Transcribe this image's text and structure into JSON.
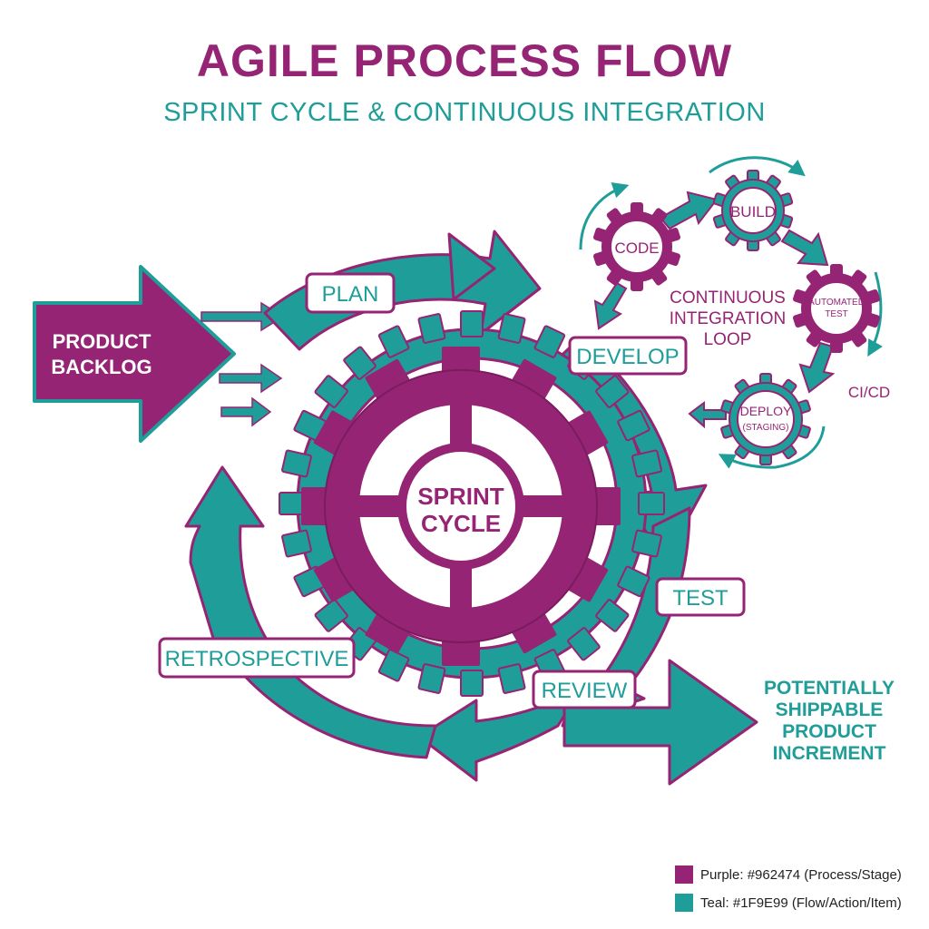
{
  "header": {
    "title": "AGILE PROCESS FLOW",
    "subtitle": "SPRINT CYCLE & CONTINUOUS INTEGRATION"
  },
  "colors": {
    "purple": "#962474",
    "teal": "#1F9E99"
  },
  "backlog": {
    "label_line1": "PRODUCT",
    "label_line2": "BACKLOG"
  },
  "sprint": {
    "center_line1": "SPRINT",
    "center_line2": "CYCLE",
    "stages": {
      "plan": "PLAN",
      "develop": "DEVELOP",
      "test": "TEST",
      "review": "REVIEW",
      "retrospective": "RETROSPECTIVE"
    }
  },
  "ci": {
    "loop_line1": "CONTINUOUS",
    "loop_line2": "INTEGRATION",
    "loop_line3": "LOOP",
    "label": "CI/CD",
    "gears": {
      "code": "CODE",
      "build": "BUILD",
      "test_line1": "AUTOMATED",
      "test_line2": "TEST",
      "deploy_line1": "DEPLOY",
      "deploy_line2": "(STAGING)"
    }
  },
  "output": {
    "line1": "POTENTIALLY",
    "line2": "SHIPPABLE",
    "line3": "PRODUCT",
    "line4": "INCREMENT"
  },
  "legend": {
    "purple": "Purple: #962474 (Process/Stage)",
    "teal": "Teal: #1F9E99 (Flow/Action/Item)"
  }
}
